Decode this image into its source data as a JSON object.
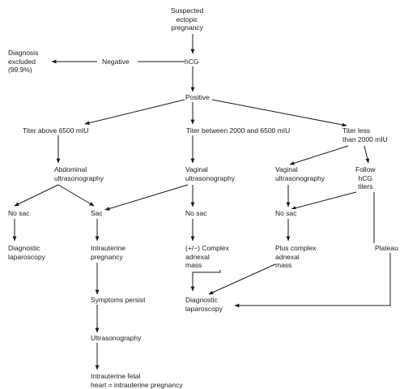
{
  "nodes": {
    "suspected": "Suspected\nectopic\npregnancy",
    "hcg": "hCG",
    "negative": "Negative",
    "excluded": "Diagnosis\nexcluded\n(99.9%)",
    "positive": "Positive",
    "titer_above": "Titer above 6500 mIU",
    "titer_between": "Titer between 2000 and 6500 mIU",
    "titer_less": "Titer less\nthan 2000 mIU",
    "abdominal_us": "Abdominal\nultrasonography",
    "vaginal_us_mid": "Vaginal\nultrasonography",
    "vaginal_us_right": "Vaginal\nultrasonography",
    "follow_hcg": "Follow\nhCG\ntiters",
    "no_sac_left": "No sac",
    "sac": "Sac",
    "no_sac_mid": "No sac",
    "no_sac_right": "No sac",
    "diag_lap_left": "Diagnostic\nlaparoscopy",
    "intrauterine_preg": "Intrauterine\npregnancy",
    "complex_mass": "(+/−) Complex\nadnexal\nmass",
    "plus_complex_mass": "Plus complex\nadnexal\nmass",
    "plateau": "Plateau",
    "symptoms": "Symptoms persist",
    "diag_lap_bottom": "Diagnostic\nlaparoscopy",
    "ultrasonography": "Ultrasonography",
    "fetal_heart": "Intrauterine fetal\nheart = intrauterine pregnancy"
  }
}
